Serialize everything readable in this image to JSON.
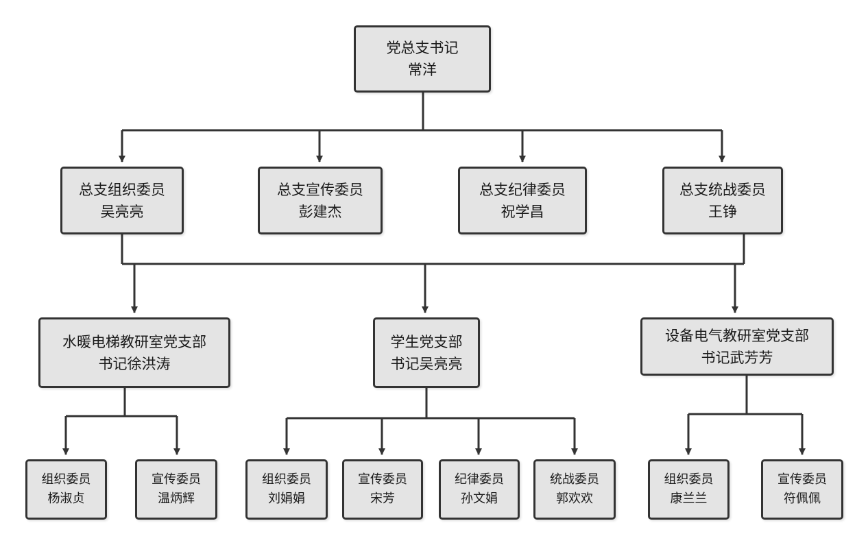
{
  "root": {
    "title": "党总支书记",
    "name": "常洋"
  },
  "committee": [
    {
      "title": "总支组织委员",
      "name": "吴亮亮"
    },
    {
      "title": "总支宣传委员",
      "name": "彭建杰"
    },
    {
      "title": "总支纪律委员",
      "name": "祝学昌"
    },
    {
      "title": "总支统战委员",
      "name": "王铮"
    }
  ],
  "branches": [
    {
      "title": "水暖电梯教研室党支部",
      "secretary": "书记徐洪涛",
      "members": [
        {
          "role": "组织委员",
          "name": "杨淑贞"
        },
        {
          "role": "宣传委员",
          "name": "温炳辉"
        }
      ]
    },
    {
      "title": "学生党支部",
      "secretary": "书记吴亮亮",
      "members": [
        {
          "role": "组织委员",
          "name": "刘娟娟"
        },
        {
          "role": "宣传委员",
          "name": "宋芳"
        },
        {
          "role": "纪律委员",
          "name": "孙文娟"
        },
        {
          "role": "统战委员",
          "name": "郭欢欢"
        }
      ]
    },
    {
      "title": "设备电气教研室党支部",
      "secretary": "书记武芳芳",
      "members": [
        {
          "role": "组织委员",
          "name": "康兰兰"
        },
        {
          "role": "宣传委员",
          "name": "符佩佩"
        }
      ]
    }
  ]
}
